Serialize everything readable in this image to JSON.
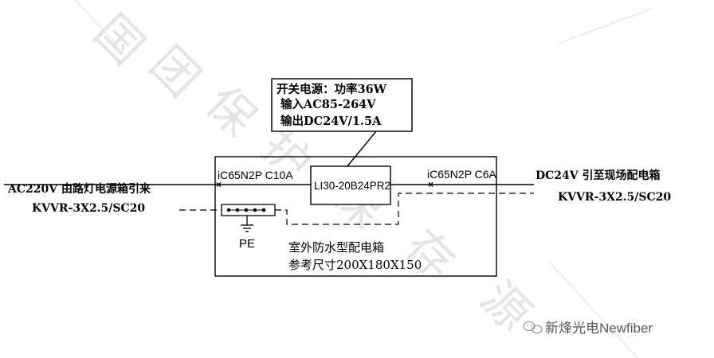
{
  "watermark": {
    "text": "国团保护保存源",
    "chars": [
      "国",
      "团",
      "保",
      "护",
      "保",
      "存",
      "源"
    ]
  },
  "callout": {
    "line1": "开关电源：功率36W",
    "line2": "输入AC85-264V",
    "line3": "输出DC24V/1.5A"
  },
  "left_source": {
    "line1": "AC220V 由路灯电源箱引来",
    "line2": "KVVR-3X2.5/SC20"
  },
  "right_output": {
    "line1": "DC24V 引至现场配电箱",
    "line2": "KVVR-3X2.5/SC20"
  },
  "breaker_in": {
    "label": "iC65N2P C10A"
  },
  "power_supply": {
    "label": "LI30-20B24PR2"
  },
  "breaker_out": {
    "label": "iC65N2P C6A"
  },
  "ground": {
    "label": "PE"
  },
  "enclosure": {
    "line1": "室外防水型配电箱",
    "line2": "参考尺寸200X180X150"
  },
  "logo": {
    "text": "新烽光电Newfiber"
  }
}
